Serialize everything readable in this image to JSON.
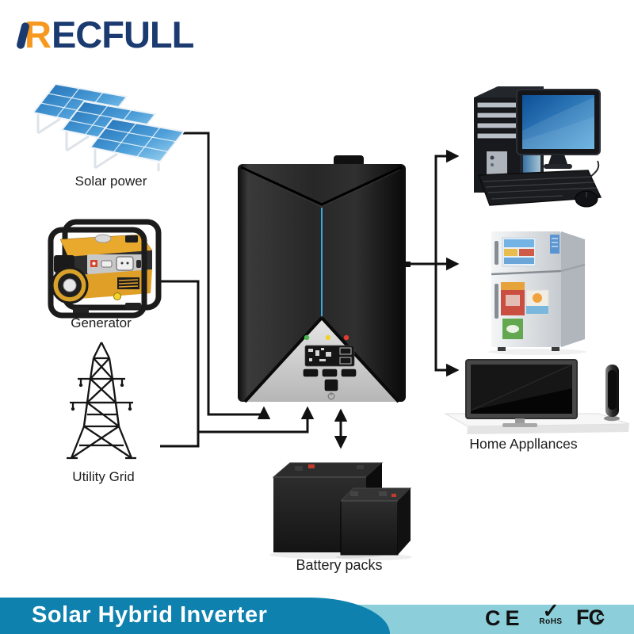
{
  "logo": {
    "letter_r": "R",
    "letters_rest": "ECFULL"
  },
  "labels": {
    "solar": "Solar power",
    "generator": "Generator",
    "utility": "Utility Grid",
    "battery": "Battery packs",
    "appliances": "Home Appllances"
  },
  "banner": {
    "title": "Solar Hybrid Inverter"
  },
  "certs": {
    "ce": "CE",
    "rohs_check": "✓",
    "rohs": "RoHS",
    "fcc": "FC",
    "fcc_inner": "C"
  },
  "colors": {
    "banner_dark": "#0e81ae",
    "banner_light": "#8ccfda",
    "logo_navy": "#1a3a70",
    "logo_orange": "#f7981f",
    "connector": "#111111",
    "inverter_blue": "#3aa7dc",
    "led_green": "#46b84d",
    "led_yellow": "#f0d22e",
    "led_red": "#e23b30"
  }
}
